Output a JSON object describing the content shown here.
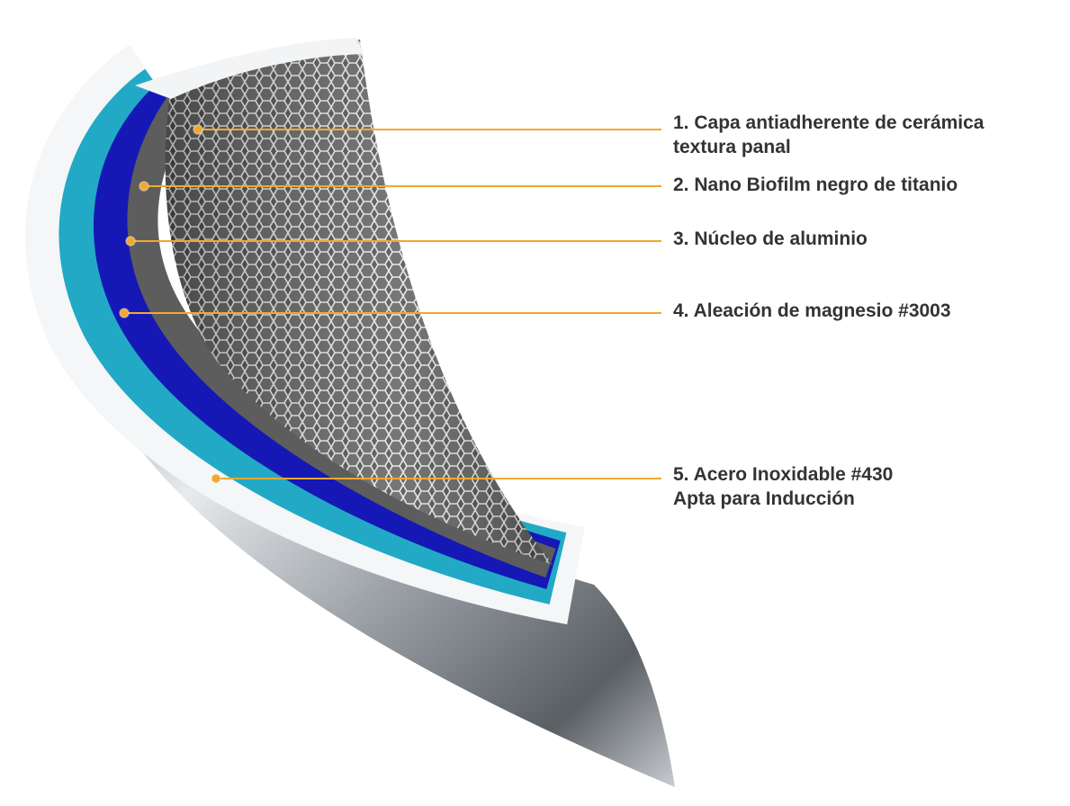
{
  "diagram": {
    "layers": [
      {
        "number": "1.",
        "line1": "1. Capa antiadherente de cerámica",
        "line2": "textura panal"
      },
      {
        "number": "2.",
        "line1": "2. Nano Biofilm negro de titanio"
      },
      {
        "number": "3.",
        "line1": "3. Núcleo de aluminio"
      },
      {
        "number": "4.",
        "line1": "4. Aleación de magnesio #3003"
      },
      {
        "number": "5.",
        "line1": "5. Acero Inoxidable #430",
        "line2": "Apta para Inducción"
      }
    ],
    "colors": {
      "leader": "#f0a830",
      "ceramic_mesh": "#5a5a5a",
      "titanium": "#5c5c5c",
      "aluminium": "#1a1fb8",
      "magnesium": "#20a8c8",
      "steel": "#b8bcc0"
    }
  }
}
